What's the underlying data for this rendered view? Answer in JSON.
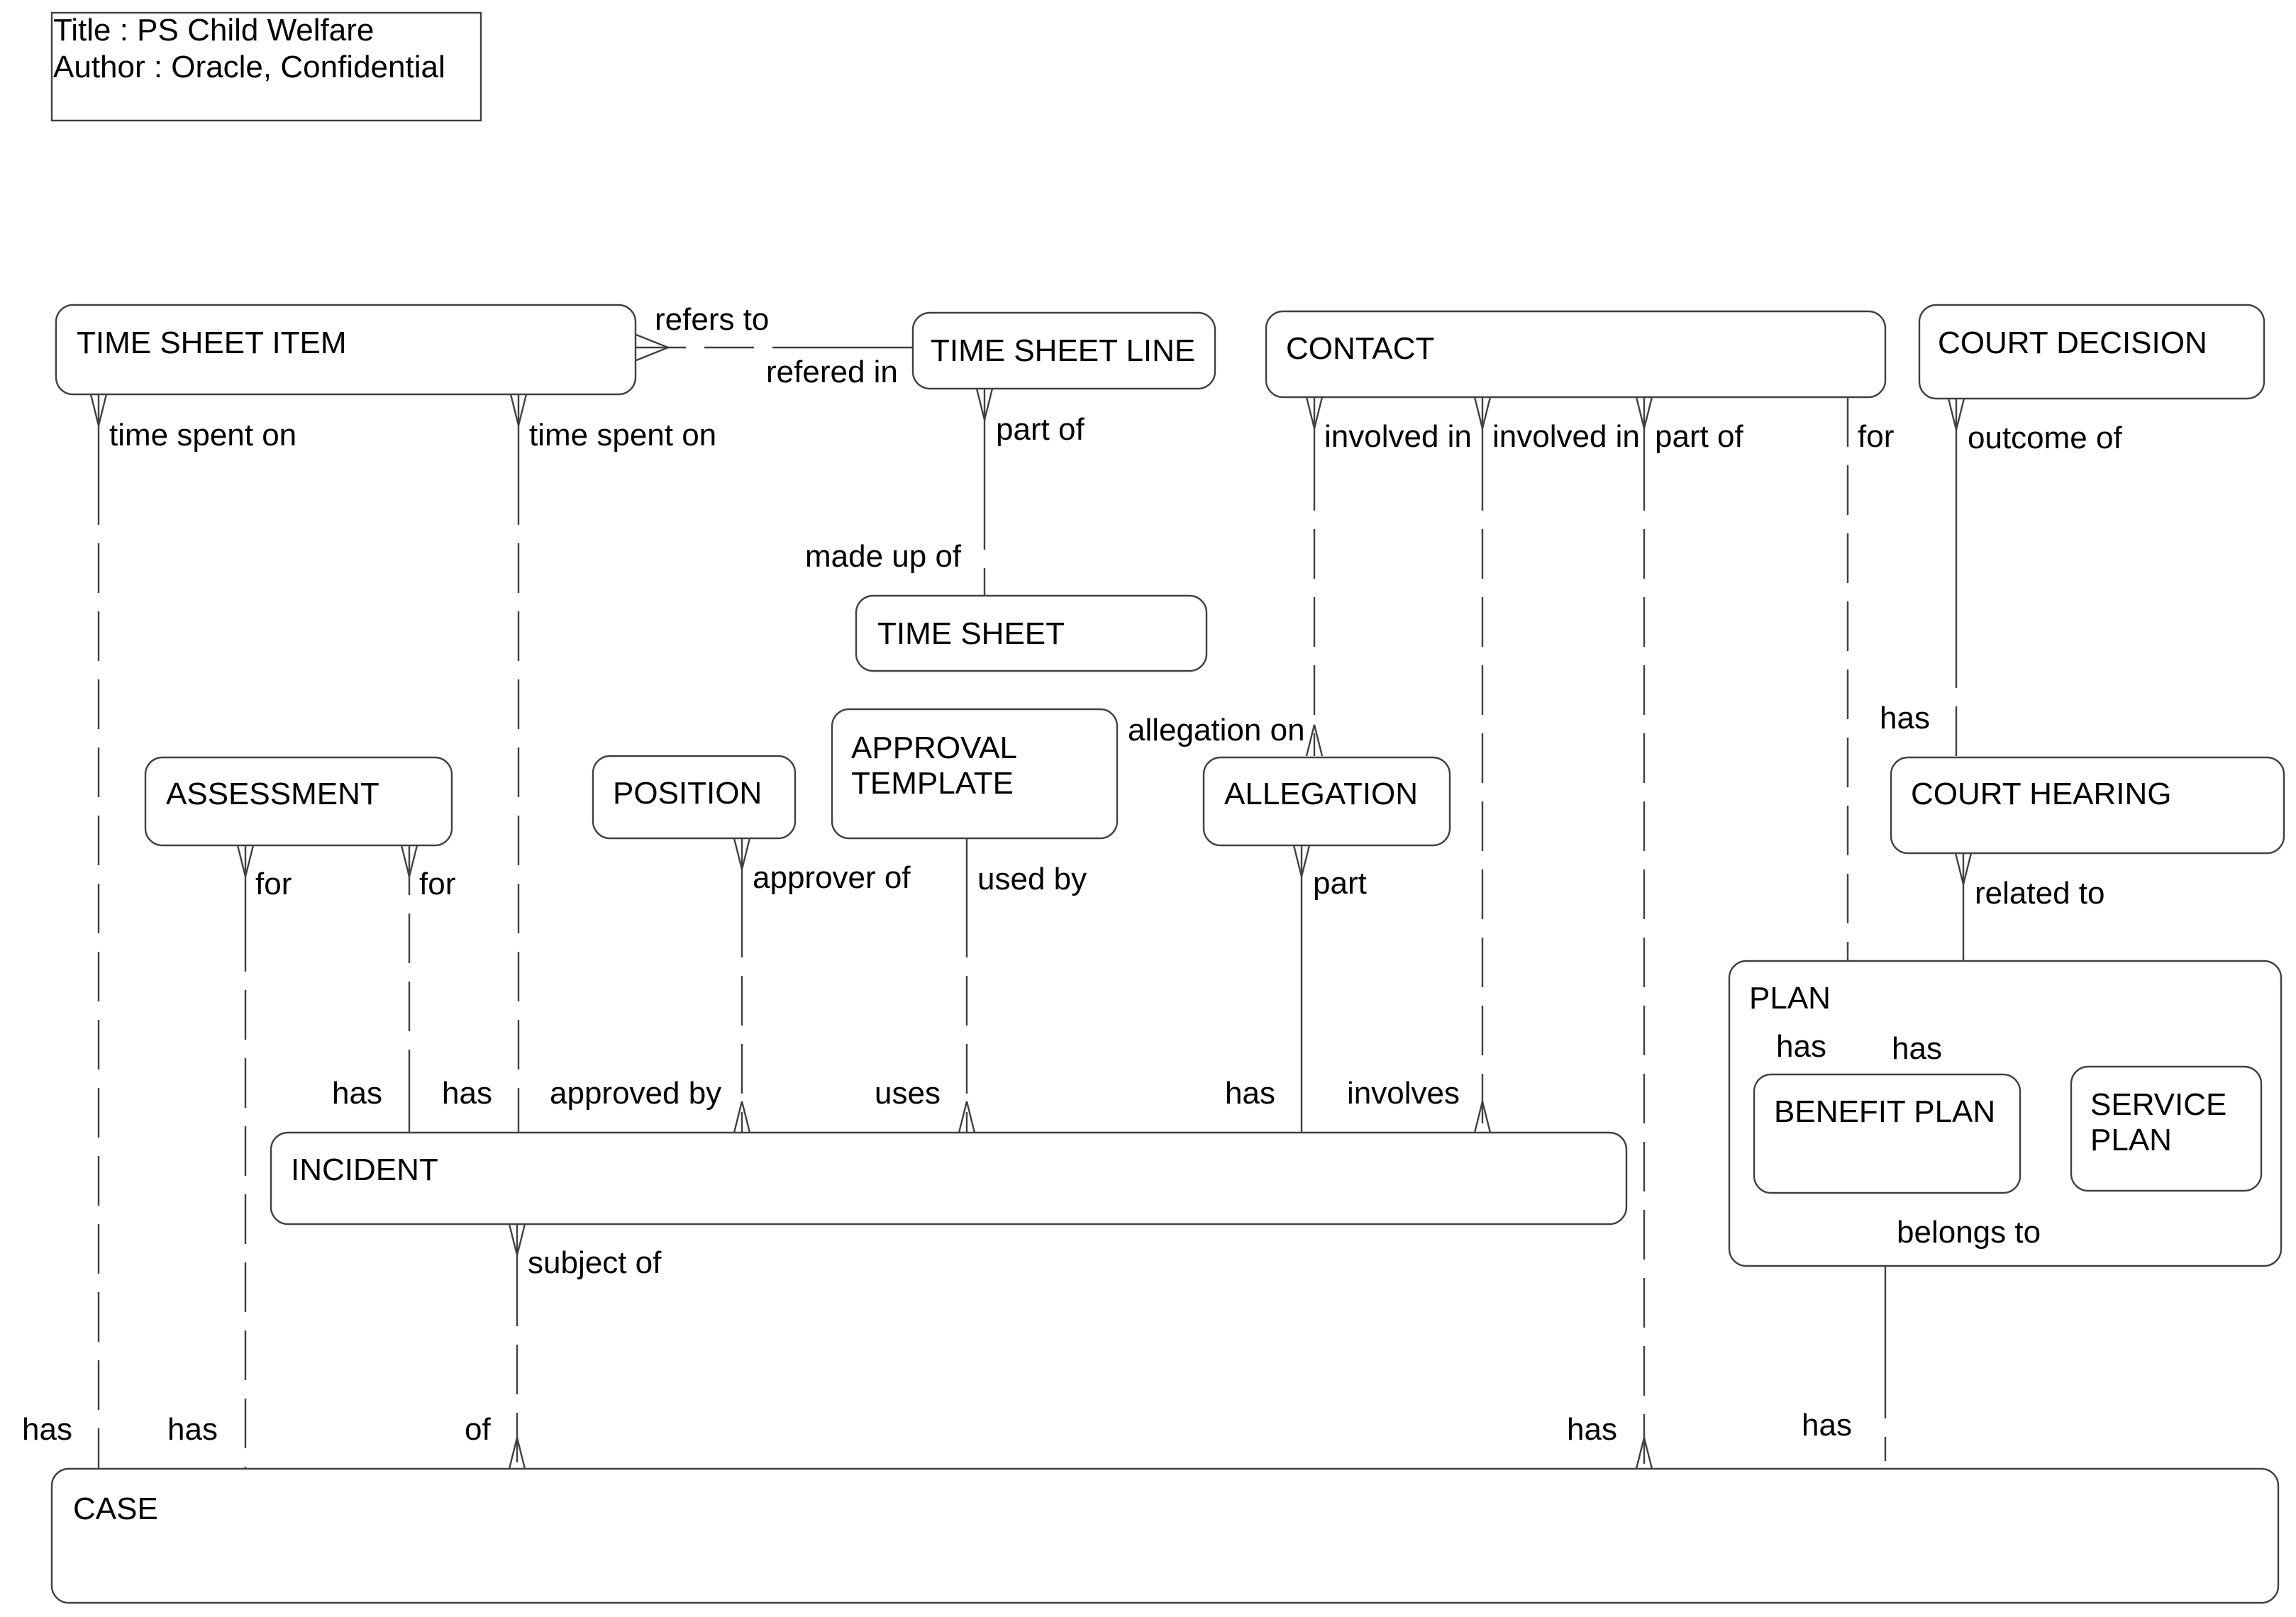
{
  "header": {
    "title_line": "Title : PS Child Welfare",
    "author_line": "Author : Oracle, Confidential"
  },
  "entities": {
    "time_sheet_item": "TIME SHEET ITEM",
    "time_sheet_line": "TIME SHEET LINE",
    "contact": "CONTACT",
    "court_decision": "COURT DECISION",
    "time_sheet": "TIME SHEET",
    "assessment": "ASSESSMENT",
    "position": "POSITION",
    "approval_template_line1": "APPROVAL",
    "approval_template_line2": "TEMPLATE",
    "allegation": "ALLEGATION",
    "court_hearing": "COURT HEARING",
    "plan": "PLAN",
    "benefit_plan": "BENEFIT PLAN",
    "service_plan_line1": "SERVICE",
    "service_plan_line2": "PLAN",
    "incident": "INCIDENT",
    "case": "CASE"
  },
  "labels": {
    "refers_to": "refers to",
    "refered_in": "refered in",
    "tsi_time_spent_on_1": "time spent on",
    "tsi_time_spent_on_2": "time spent on",
    "tsl_part_of": "part of",
    "ts_made_up_of": "made up of",
    "contact_involved_in_1": "involved in",
    "contact_involved_in_2": "involved in",
    "contact_part_of": "part of",
    "contact_for": "for",
    "cd_outcome_of": "outcome of",
    "ch_has": "has",
    "allegation_on": "allegation on",
    "assessment_for_1": "for",
    "assessment_for_2": "for",
    "position_approver_of": "approver of",
    "template_used_by": "used by",
    "allegation_part": "part",
    "ch_related_to": "related to",
    "bp_has": "has",
    "plan_has": "has",
    "incident_has_1": "has",
    "incident_has_2": "has",
    "incident_approved_by": "approved by",
    "incident_uses": "uses",
    "incident_has_3": "has",
    "incident_involves": "involves",
    "bp_belongs_to": "belongs to",
    "incident_subject_of": "subject of",
    "case_has_1": "has",
    "case_has_2": "has",
    "case_of": "of",
    "case_has_3": "has",
    "case_has_4": "has"
  }
}
